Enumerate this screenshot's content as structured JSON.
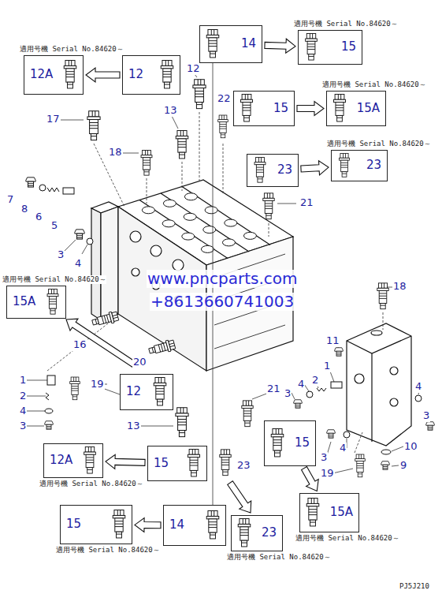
{
  "diagram": {
    "nodes": [
      {
        "text": [
          "14"
        ]
      },
      {
        "text": [
          "適用号機 Serial No.84620～",
          "15"
        ]
      },
      {
        "text": [
          "適用号機 Serial No.84620～",
          "12A"
        ]
      },
      {
        "text": [
          "12"
        ]
      },
      {
        "text": [
          "15"
        ]
      },
      {
        "text": [
          "適用号機 Serial No.84620～",
          "15A"
        ]
      },
      {
        "text": [
          "23"
        ]
      },
      {
        "text": [
          "適用号機 Serial No.84620～",
          "23"
        ]
      },
      {
        "text": [
          "適用号機 Serial No.84620～",
          "15A"
        ]
      },
      {
        "text": [
          "12"
        ]
      },
      {
        "text": [
          "15"
        ]
      },
      {
        "text": [
          "12A",
          "適用号機 Serial No.84620～"
        ]
      },
      {
        "text": [
          "15"
        ]
      },
      {
        "text": [
          "14"
        ]
      },
      {
        "text": [
          "15",
          "適用号機 Serial No.84620～"
        ]
      },
      {
        "text": [
          "23",
          "適用号機 Serial No.84620～"
        ]
      },
      {
        "text": [
          "15A",
          "適用号機 Serial No.84620～"
        ]
      }
    ],
    "edges": [
      {
        "from": 0,
        "to": 1,
        "arrow": "to"
      },
      {
        "from": 3,
        "to": 2,
        "arrow": "to"
      },
      {
        "from": 4,
        "to": 5,
        "arrow": "to"
      },
      {
        "from": 6,
        "to": 7,
        "arrow": "to"
      },
      {
        "from": 12,
        "to": 11,
        "arrow": "to"
      },
      {
        "from": 13,
        "to": 14,
        "arrow": "to"
      },
      {
        "from": 10,
        "to": 16,
        "arrow": "to"
      }
    ],
    "labels": [
      "12",
      "13",
      "17",
      "18",
      "22",
      "21",
      "7",
      "8",
      "6",
      "5",
      "3",
      "4",
      "16",
      "20",
      "1",
      "2",
      "4",
      "3",
      "19",
      "13",
      "21",
      "23",
      "18",
      "11",
      "1",
      "2",
      "4",
      "3",
      "4",
      "3",
      "3",
      "4",
      "19",
      "10",
      "9",
      "www.pncparts.com",
      "+8613660741003",
      "PJ5J210"
    ]
  }
}
